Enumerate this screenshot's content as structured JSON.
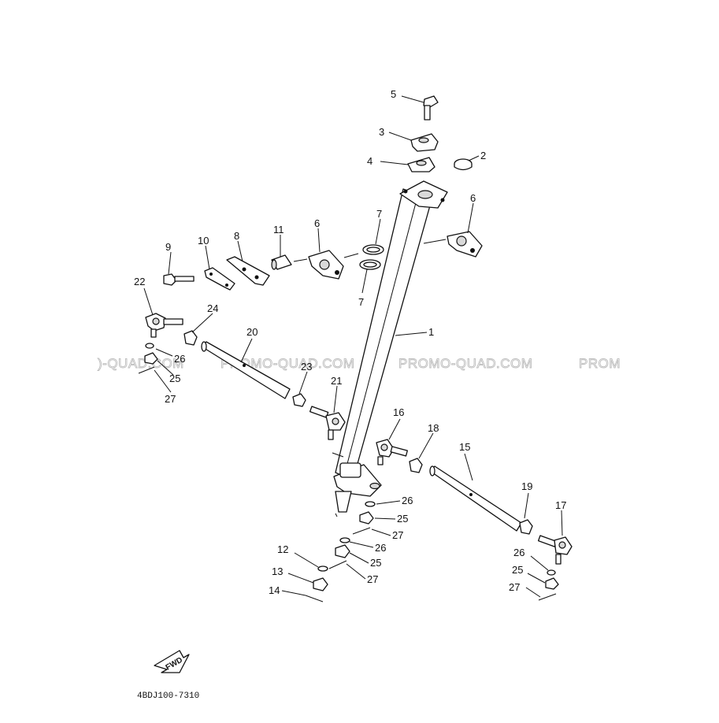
{
  "watermarks": [
    ")-QUAD.COM",
    "PROMO-QUAD.COM",
    "PROMO-QUAD.COM",
    "PROM"
  ],
  "fwd_label": "FWD",
  "diagram_code": "4BDJ100-7310",
  "callouts": [
    "5",
    "3",
    "2",
    "4",
    "6",
    "7",
    "11",
    "8",
    "10",
    "9",
    "6",
    "7",
    "22",
    "24",
    "1",
    "20",
    "26",
    "23",
    "25",
    "27",
    "21",
    "16",
    "18",
    "15",
    "26",
    "25",
    "27",
    "26",
    "12",
    "25",
    "19",
    "17",
    "13",
    "27",
    "14",
    "26",
    "25",
    "27"
  ]
}
